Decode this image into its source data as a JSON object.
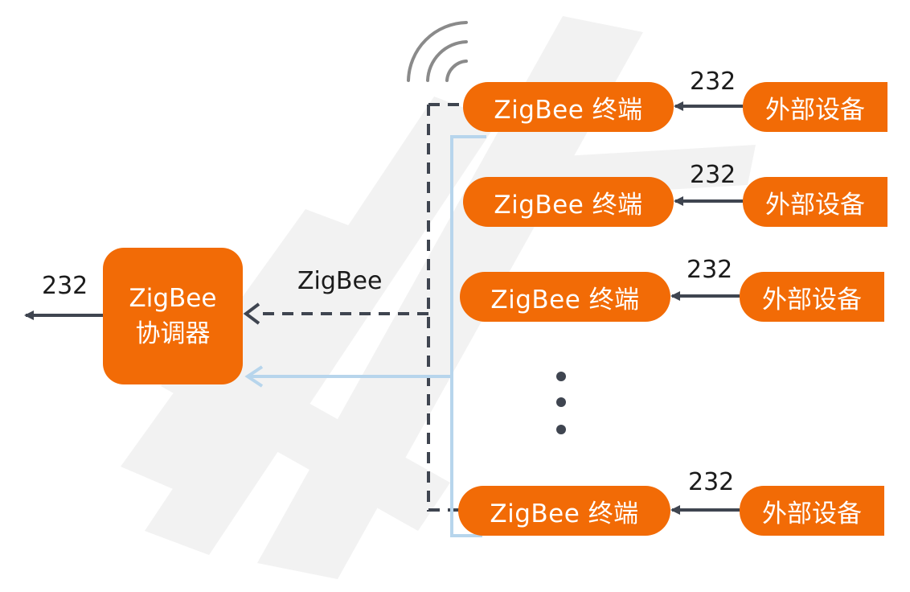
{
  "coordinator": {
    "line1": "ZigBee",
    "line2": "协调器",
    "output_label": "232"
  },
  "link_label": "ZigBee",
  "terminals": [
    {
      "label": "ZigBee 终端",
      "device": "外部设备",
      "port_label": "232"
    },
    {
      "label": "ZigBee 终端",
      "device": "外部设备",
      "port_label": "232"
    },
    {
      "label": "ZigBee 终端",
      "device": "外部设备",
      "port_label": "232"
    },
    {
      "label": "ZigBee 终端",
      "device": "外部设备",
      "port_label": "232"
    }
  ],
  "colors": {
    "box": "#f26b06",
    "arrow": "#3f4550",
    "bracket": "#b7d5ec",
    "antenna": "#8a8a8a",
    "watermark": "#f1f1f1"
  },
  "icons": [
    "wireless-signal-icon",
    "arrow-icon",
    "ellipsis-dots-icon"
  ]
}
